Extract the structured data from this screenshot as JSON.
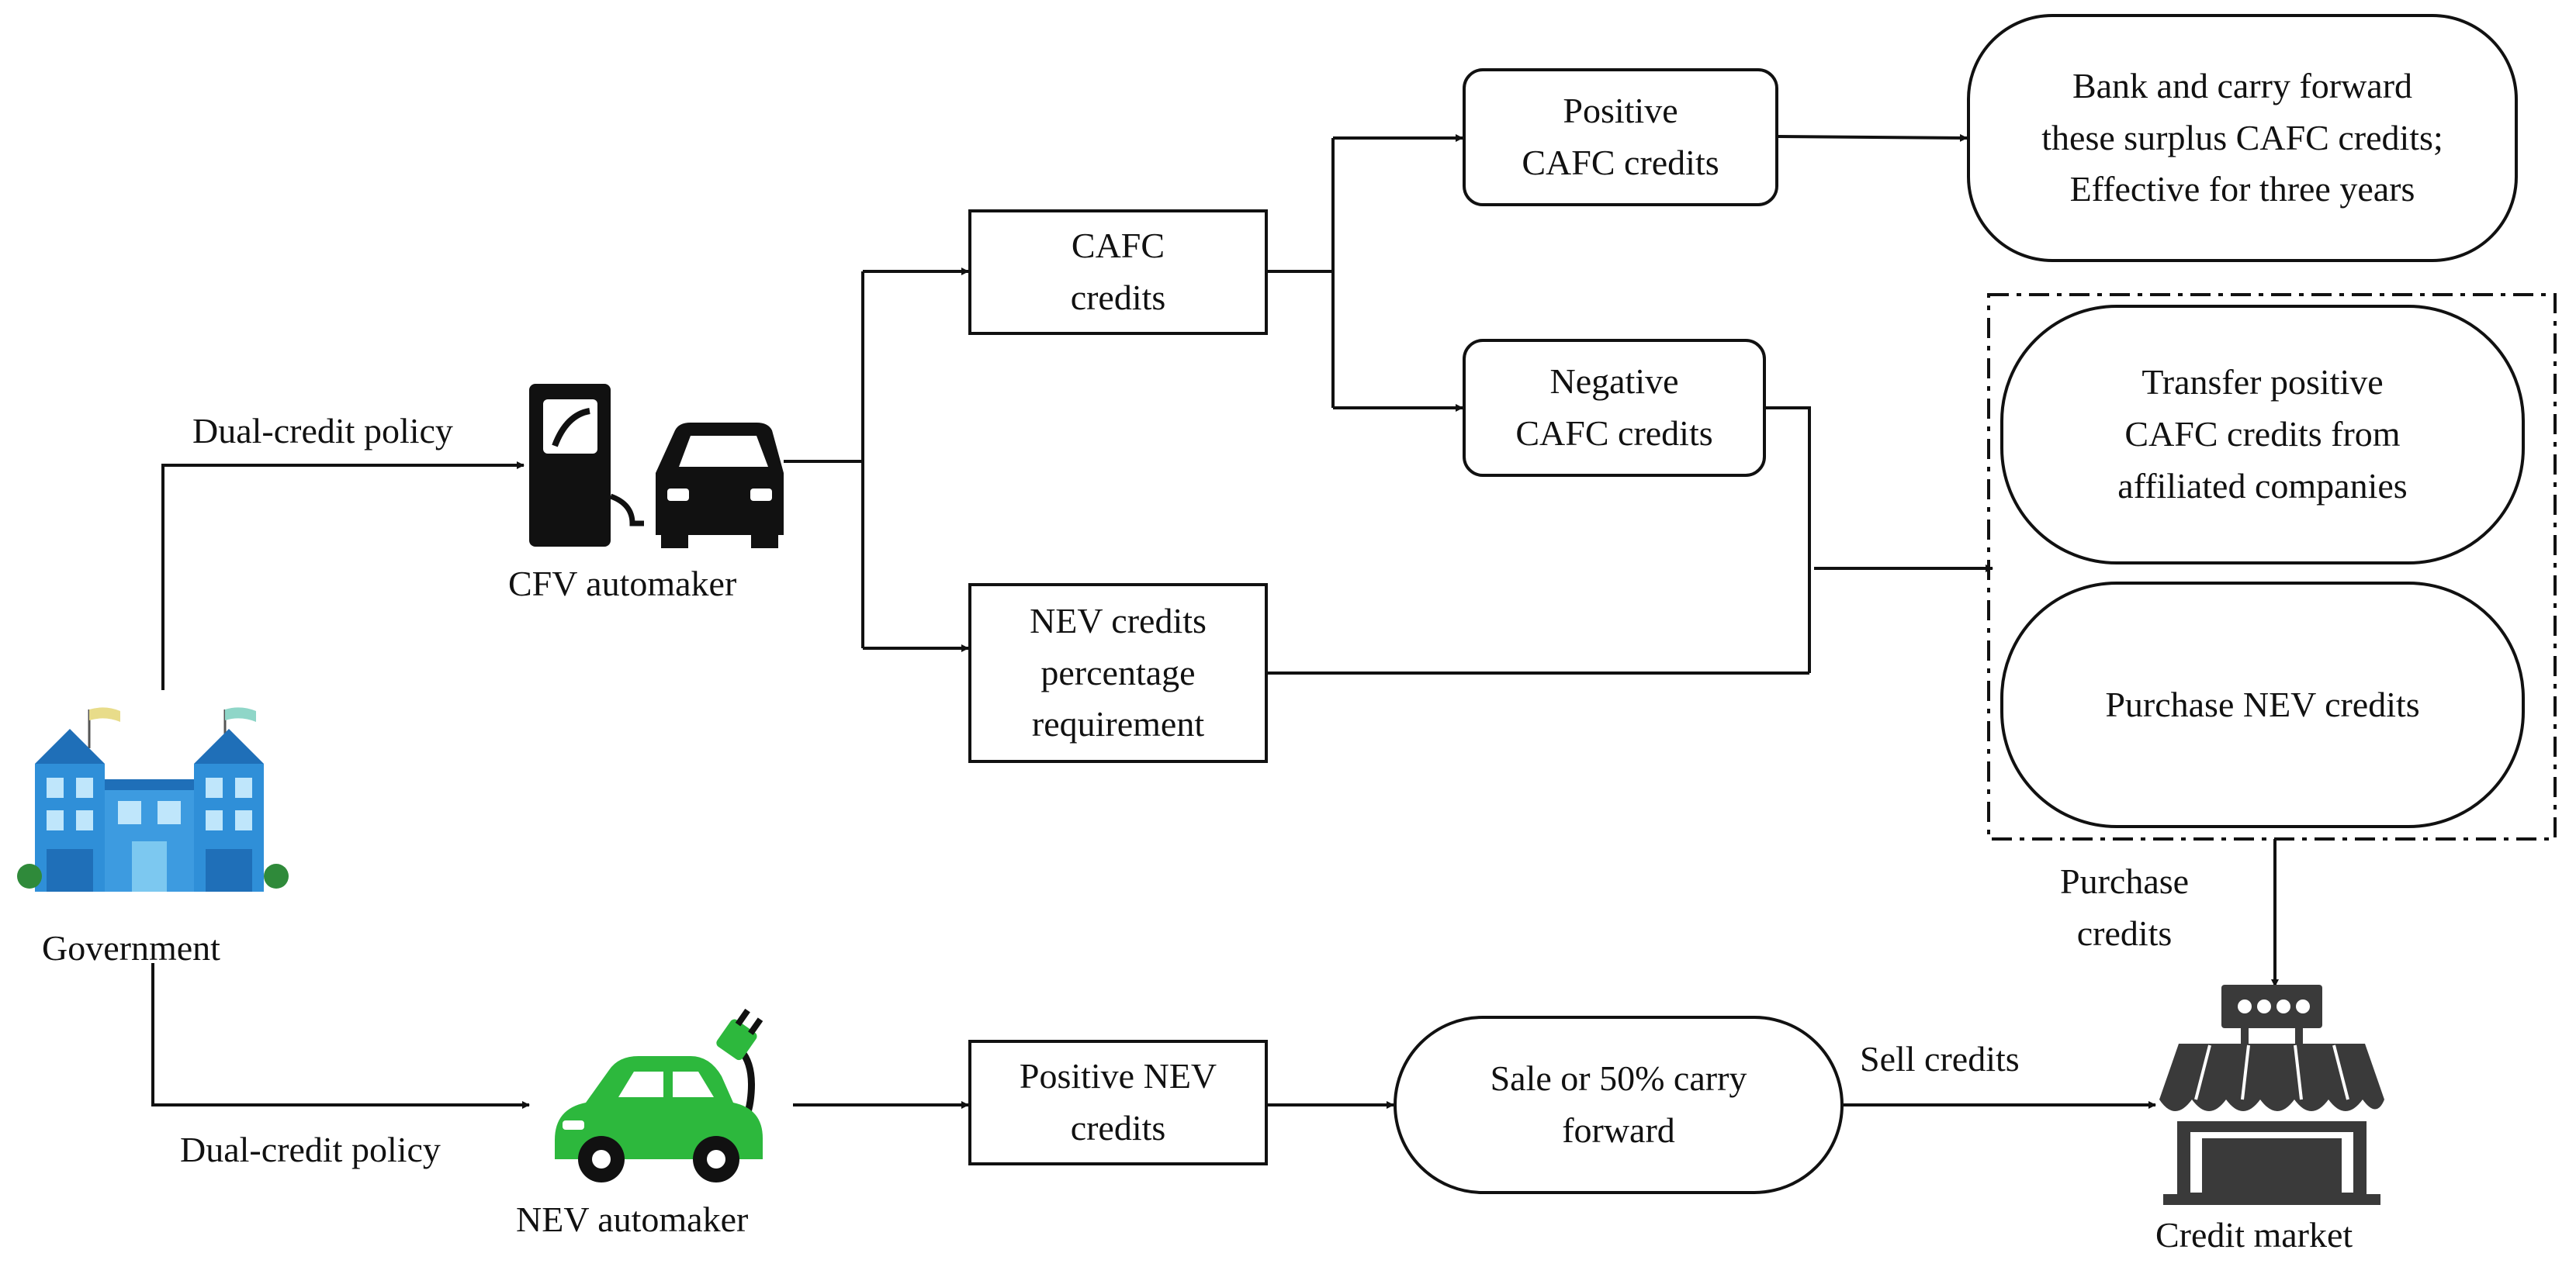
{
  "labels": {
    "government": "Government",
    "cfv_automaker": "CFV automaker",
    "nev_automaker": "NEV automaker",
    "credit_market": "Credit market",
    "dual_credit_policy_top": "Dual-credit policy",
    "dual_credit_policy_bottom": "Dual-credit policy",
    "purchase_credits": "Purchase\ncredits",
    "sell_credits": "Sell credits"
  },
  "boxes": {
    "cafc_credits": "CAFC\ncredits",
    "nev_requirement": "NEV credits\npercentage\nrequirement",
    "positive_cafc": "Positive\nCAFC credits",
    "negative_cafc": "Negative\nCAFC credits",
    "bank_carry": "Bank and carry forward\nthese  surplus CAFC credits;\nEffective for three years",
    "transfer_positive": "Transfer positive\nCAFC credits from\naffiliated companies",
    "purchase_nev": "Purchase NEV credits",
    "positive_nev": "Positive NEV\ncredits",
    "sale_carry": "Sale or 50% carry\nforward"
  },
  "icons": {
    "government": "government-building-icon",
    "cfv": "fuel-pump-car-icon",
    "nev": "electric-car-plug-icon",
    "market": "storefront-icon"
  },
  "colors": {
    "line": "#111111",
    "building_blue": "#2f8fd8",
    "building_light": "#7cc8f0",
    "nev_green": "#2db83d",
    "market_dark": "#3a3a3a"
  }
}
